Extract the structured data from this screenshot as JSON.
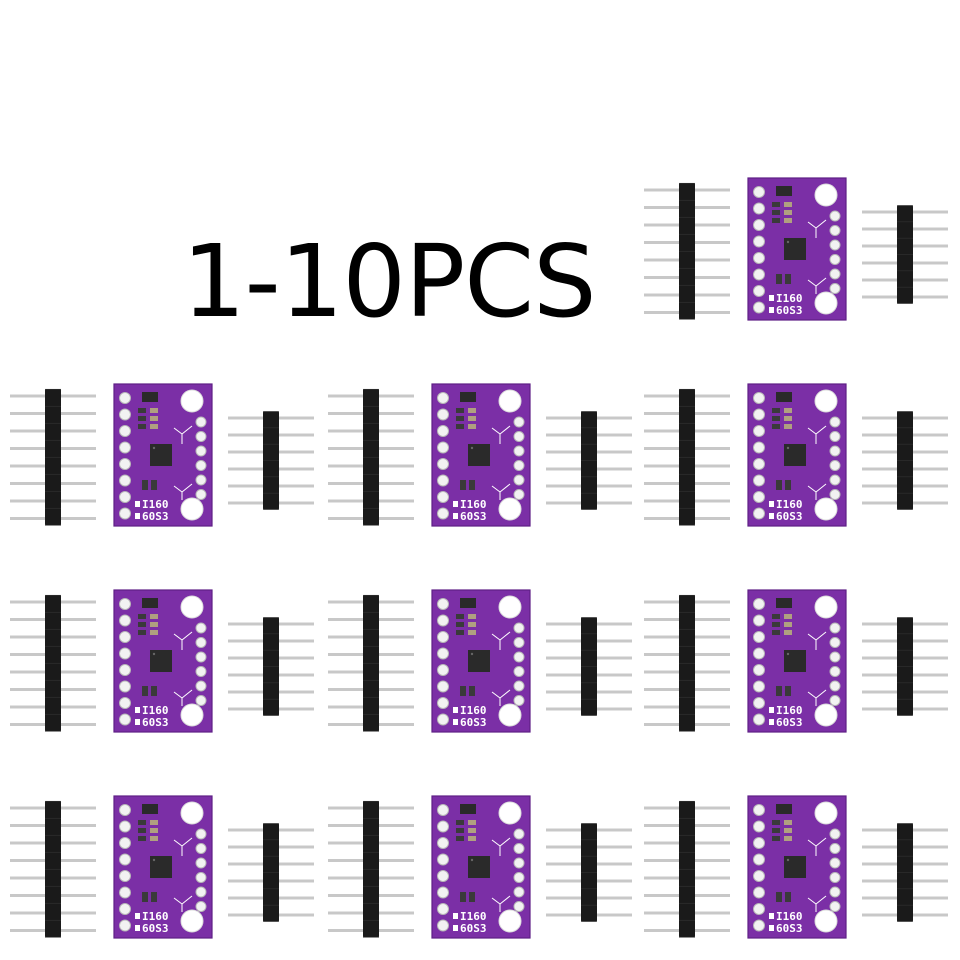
{
  "title": "1-10PCS",
  "module": {
    "label_line1": "I160",
    "label_line2": "60S3",
    "board_color": "#7b2fa6",
    "board_color_dark": "#5e1f86",
    "pin_color": "#c8c8c8",
    "header_color": "#1a1a1a",
    "chip_color": "#2a2a2a"
  },
  "kits_shown": 10
}
